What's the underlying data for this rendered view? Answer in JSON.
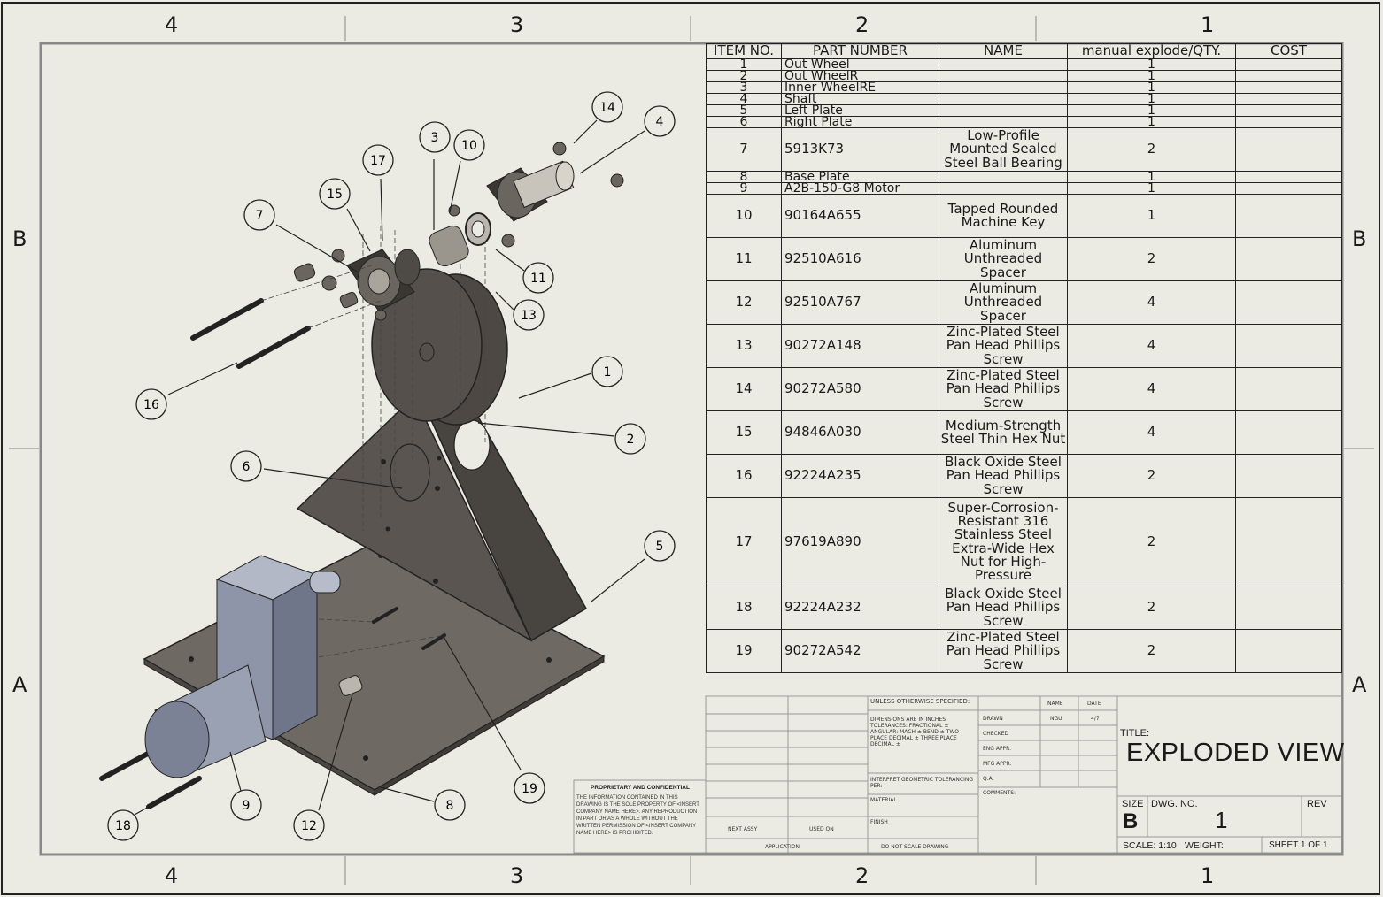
{
  "zones": {
    "columns": [
      "4",
      "3",
      "2",
      "1"
    ],
    "rows": [
      "B",
      "A"
    ]
  },
  "bom": {
    "headers": [
      "ITEM NO.",
      "PART NUMBER",
      "NAME",
      "manual explode/QTY.",
      "COST"
    ],
    "rows": [
      {
        "item": "1",
        "part": "Out Wheel",
        "name": "",
        "qty": "1",
        "cost": ""
      },
      {
        "item": "2",
        "part": "Out WheelR",
        "name": "",
        "qty": "1",
        "cost": ""
      },
      {
        "item": "3",
        "part": "Inner WheelRE",
        "name": "",
        "qty": "1",
        "cost": ""
      },
      {
        "item": "4",
        "part": "Shaft",
        "name": "",
        "qty": "1",
        "cost": ""
      },
      {
        "item": "5",
        "part": "Left Plate",
        "name": "",
        "qty": "1",
        "cost": ""
      },
      {
        "item": "6",
        "part": "Right Plate",
        "name": "",
        "qty": "1",
        "cost": ""
      },
      {
        "item": "7",
        "part": "5913K73",
        "name": "Low-Profile Mounted Sealed Steel Ball Bearing",
        "qty": "2",
        "cost": ""
      },
      {
        "item": "8",
        "part": "Base Plate",
        "name": "",
        "qty": "1",
        "cost": ""
      },
      {
        "item": "9",
        "part": "A2B-150-G8 Motor",
        "name": "",
        "qty": "1",
        "cost": ""
      },
      {
        "item": "10",
        "part": "90164A655",
        "name": "Tapped Rounded Machine Key",
        "qty": "1",
        "cost": ""
      },
      {
        "item": "11",
        "part": "92510A616",
        "name": "Aluminum Unthreaded Spacer",
        "qty": "2",
        "cost": ""
      },
      {
        "item": "12",
        "part": "92510A767",
        "name": "Aluminum Unthreaded Spacer",
        "qty": "4",
        "cost": ""
      },
      {
        "item": "13",
        "part": "90272A148",
        "name": "Zinc-Plated Steel Pan Head Phillips Screw",
        "qty": "4",
        "cost": ""
      },
      {
        "item": "14",
        "part": "90272A580",
        "name": "Zinc-Plated Steel Pan Head Phillips Screw",
        "qty": "4",
        "cost": ""
      },
      {
        "item": "15",
        "part": "94846A030",
        "name": "Medium-Strength Steel Thin Hex Nut",
        "qty": "4",
        "cost": ""
      },
      {
        "item": "16",
        "part": "92224A235",
        "name": "Black Oxide Steel Pan Head Phillips Screw",
        "qty": "2",
        "cost": ""
      },
      {
        "item": "17",
        "part": "97619A890",
        "name": "Super-Corrosion-Resistant 316 Stainless Steel Extra-Wide Hex Nut for High-Pressure",
        "qty": "2",
        "cost": ""
      },
      {
        "item": "18",
        "part": "92224A232",
        "name": "Black Oxide Steel Pan Head Phillips Screw",
        "qty": "2",
        "cost": ""
      },
      {
        "item": "19",
        "part": "90272A542",
        "name": "Zinc-Plated Steel Pan Head Phillips Screw",
        "qty": "2",
        "cost": ""
      }
    ]
  },
  "balloons": [
    "1",
    "2",
    "3",
    "4",
    "5",
    "6",
    "7",
    "8",
    "9",
    "10",
    "11",
    "12",
    "13",
    "14",
    "15",
    "16",
    "17",
    "18",
    "19"
  ],
  "title_block": {
    "unless": "UNLESS OTHERWISE SPECIFIED:",
    "name_hdr": "NAME",
    "date_hdr": "DATE",
    "drawn": "DRAWN",
    "drawn_name": "NGU",
    "drawn_date": "4/7",
    "checked": "CHECKED",
    "eng_appr": "ENG APPR.",
    "mfg_appr": "MFG APPR.",
    "qa": "Q.A.",
    "comments": "COMMENTS:",
    "dims": "DIMENSIONS ARE IN INCHES TOLERANCES: FRACTIONAL ± ANGULAR: MACH ± BEND ± TWO PLACE DECIMAL ± THREE PLACE DECIMAL ±",
    "interpret": "INTERPRET GEOMETRIC TOLERANCING PER:",
    "material": "MATERIAL",
    "finish": "FINISH",
    "next_assy": "NEXT ASSY",
    "used_on": "USED ON",
    "application": "APPLICATION",
    "do_not_scale": "DO NOT SCALE DRAWING",
    "proprietary_title": "PROPRIETARY AND CONFIDENTIAL",
    "proprietary_text": "THE INFORMATION CONTAINED IN THIS DRAWING IS THE SOLE PROPERTY OF <INSERT COMPANY NAME HERE>. ANY REPRODUCTION IN PART OR AS A WHOLE WITHOUT THE WRITTEN PERMISSION OF <INSERT COMPANY NAME HERE> IS PROHIBITED.",
    "title_label": "TITLE:",
    "title": "EXPLODED VIEW",
    "size_label": "SIZE",
    "size": "B",
    "dwg_label": "DWG.  NO.",
    "dwg_no": "1",
    "rev_label": "REV",
    "scale": "SCALE: 1:10",
    "weight": "WEIGHT:",
    "sheet": "SHEET 1 OF 1"
  },
  "colors": {
    "paper": "#ecebe3",
    "line": "#1a1a1a",
    "plate": "#55504b",
    "motor": "#8e95a8"
  }
}
